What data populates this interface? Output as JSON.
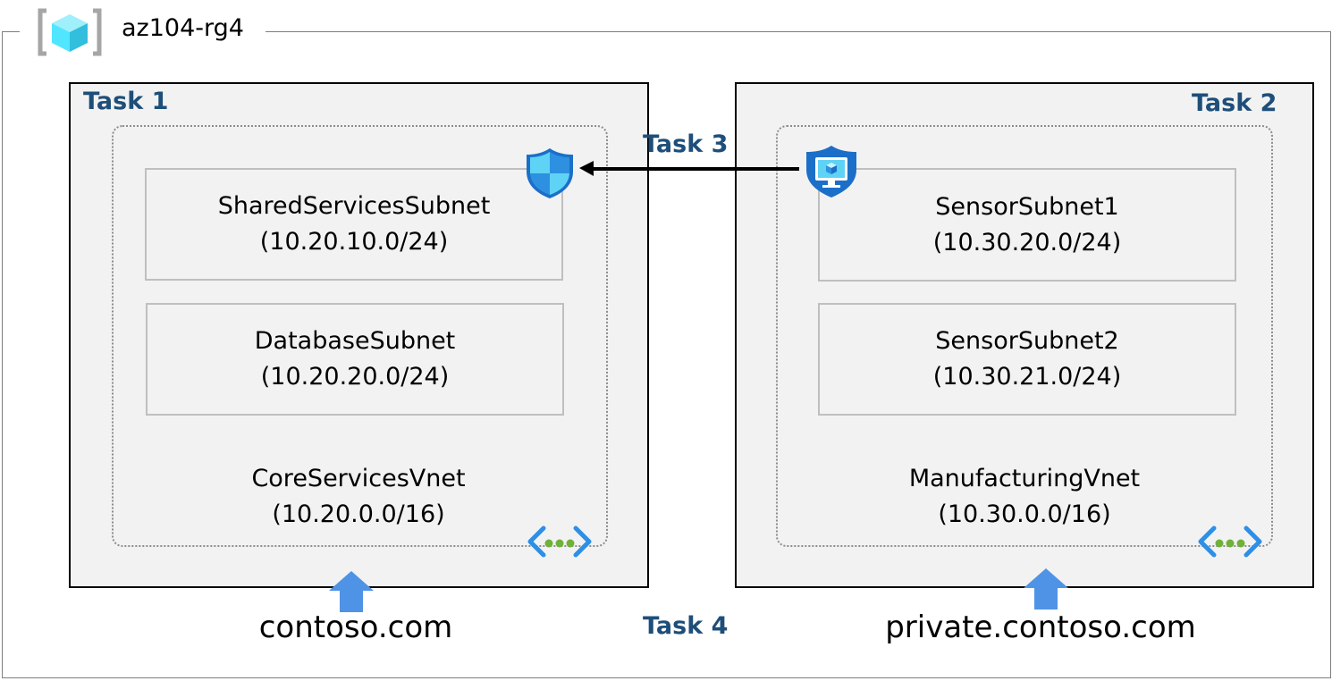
{
  "resource_group": {
    "name": "az104-rg4",
    "icon": "resource-group-icon"
  },
  "tasks": {
    "task1": "Task 1",
    "task2": "Task 2",
    "task3": "Task 3",
    "task4": "Task 4"
  },
  "vnets": {
    "core": {
      "name": "CoreServicesVnet",
      "cidr": "(10.20.0.0/16)",
      "subnets": [
        {
          "name": "SharedServicesSubnet",
          "cidr": "(10.20.10.0/24)"
        },
        {
          "name": "DatabaseSubnet",
          "cidr": "(10.20.20.0/24)"
        }
      ],
      "domain": "contoso.com"
    },
    "manufacturing": {
      "name": "ManufacturingVnet",
      "cidr": "(10.30.0.0/16)",
      "subnets": [
        {
          "name": "SensorSubnet1",
          "cidr": "(10.30.20.0/24)"
        },
        {
          "name": "SensorSubnet2",
          "cidr": "(10.30.21.0/24)"
        }
      ],
      "domain": "private.contoso.com"
    }
  },
  "icons": {
    "nsg": "network-security-group-icon",
    "asg": "application-security-group-icon",
    "vnet": "virtual-network-icon",
    "dns_arrow": "up-arrow-icon"
  },
  "colors": {
    "task_label": "#1e4e79",
    "box_fill": "#f2f2f2",
    "arrow_blue": "#4f93e6",
    "vnet_icon_blue": "#2d8fe6",
    "vnet_icon_dots": "#6fb13a"
  }
}
